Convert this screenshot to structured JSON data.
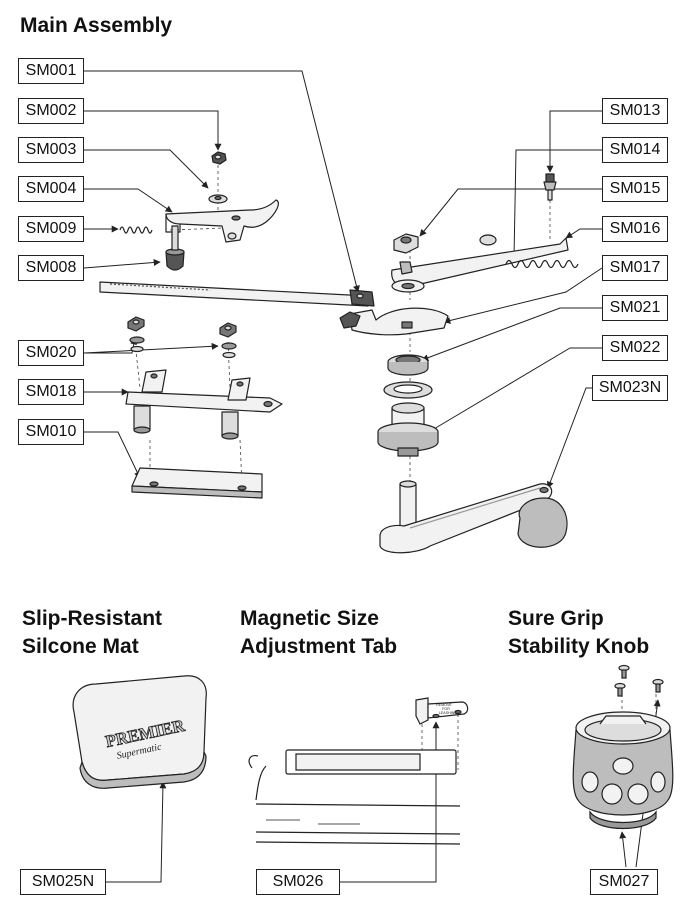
{
  "sections": {
    "main_title": "Main Assembly",
    "mat_title_1": "Slip-Resistant",
    "mat_title_2": "Silcone Mat",
    "tab_title_1": "Magnetic Size",
    "tab_title_2": "Adjustment Tab",
    "knob_title_1": "Sure Grip",
    "knob_title_2": "Stability Knob"
  },
  "parts": {
    "sm001": "SM001",
    "sm002": "SM002",
    "sm003": "SM003",
    "sm004": "SM004",
    "sm009": "SM009",
    "sm008": "SM008",
    "sm020": "SM020",
    "sm018": "SM018",
    "sm010": "SM010",
    "sm013": "SM013",
    "sm014": "SM014",
    "sm015": "SM015",
    "sm016": "SM016",
    "sm017": "SM017",
    "sm021": "SM021",
    "sm022": "SM022",
    "sm023n": "SM023N",
    "sm025n": "SM025N",
    "sm026": "SM026",
    "sm027": "SM027"
  },
  "mat_logo": {
    "line1": "PREMIER",
    "line2": "Supermatic"
  },
  "tab_marking": {
    "line1": "REMOVE",
    "line2": "FOR",
    "line3": "LEASHING"
  },
  "colors": {
    "outline": "#222222",
    "part_fill": "#f2f2f2",
    "shade": "#bdbdbd",
    "dark": "#555555"
  }
}
